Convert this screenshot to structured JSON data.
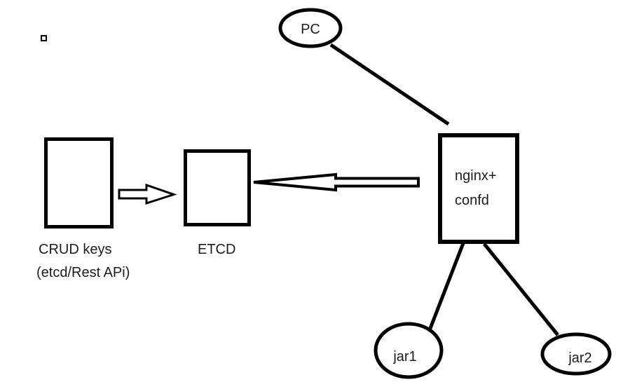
{
  "colors": {
    "background": "#ffffff",
    "stroke": "#000000",
    "text": "#1c1c1c"
  },
  "nodes": {
    "pc": {
      "label": "PC"
    },
    "nginx": {
      "label_line1": "nginx+",
      "label_line2": "confd"
    },
    "crud": {
      "caption_line1": "CRUD keys",
      "caption_line2": "(etcd/Rest APi)"
    },
    "etcd": {
      "caption": "ETCD"
    },
    "jar1": {
      "label": "jar1"
    },
    "jar2": {
      "label": "jar2"
    }
  }
}
